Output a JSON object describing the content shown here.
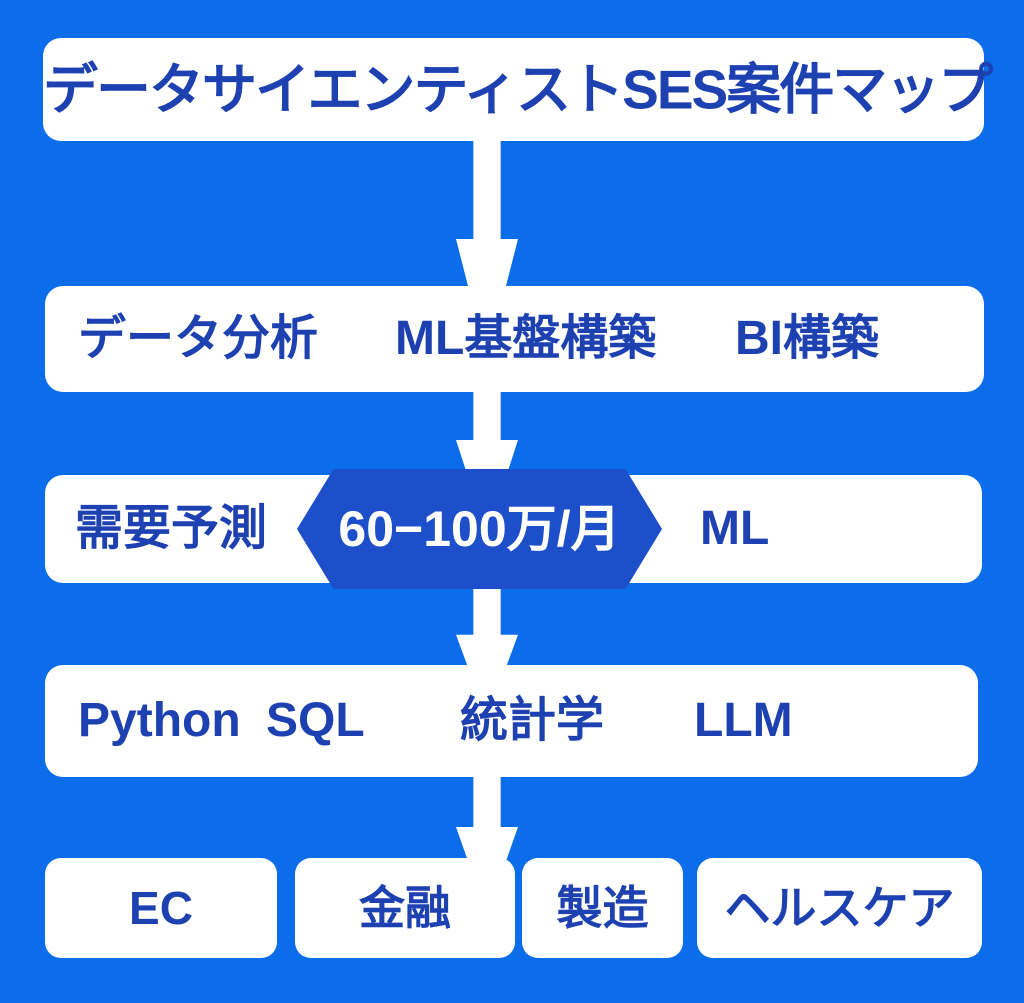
{
  "colors": {
    "background": "#0b6de9",
    "card": "#ffffff",
    "text": "#1d41b0",
    "badge": "#1e4fca",
    "badge_text": "#ffffff",
    "arrow": "#ffffff"
  },
  "title": "データサイエンティストSES案件マップ",
  "service_row": {
    "items": [
      "データ分析",
      "ML基盤構築",
      "BI構築"
    ]
  },
  "demand_row": {
    "label": "需要予測",
    "rate_badge": "60−100万/月",
    "tag": "ML"
  },
  "skill_row": {
    "items": [
      "Python",
      "SQL",
      "統計学",
      "LLM"
    ]
  },
  "industry_row": {
    "items": [
      "EC",
      "金融",
      "製造",
      "ヘルスケア"
    ]
  }
}
